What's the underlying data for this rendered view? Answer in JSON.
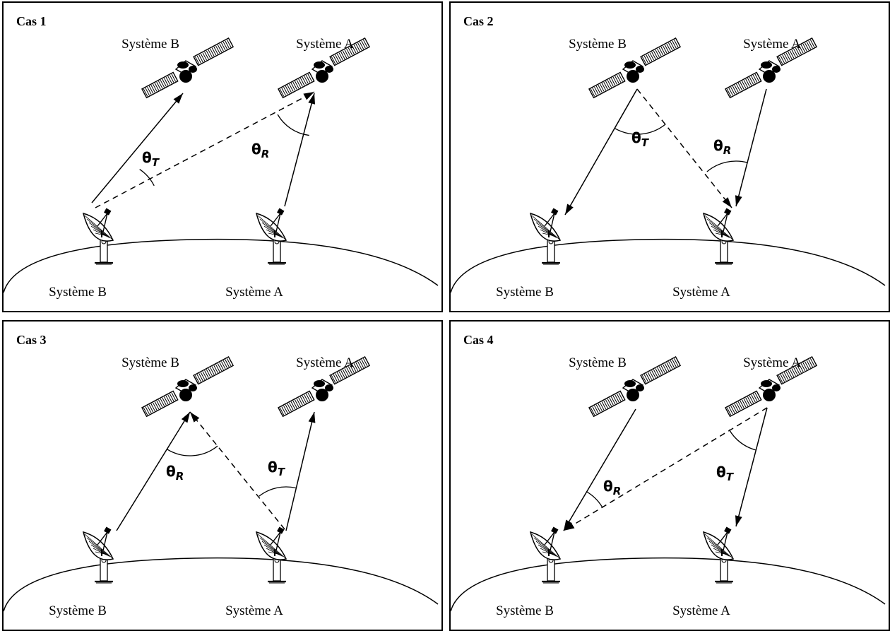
{
  "panels": [
    {
      "case_label": "Cas 1",
      "satellite_labels": {
        "left": "Système B",
        "right": "Système A"
      },
      "ground_labels": {
        "left": "Système B",
        "right": "Système A"
      },
      "angle_left": {
        "symbol": "θ",
        "subscript": "T"
      },
      "angle_right": {
        "symbol": "θ",
        "subscript": "R"
      }
    },
    {
      "case_label": "Cas 2",
      "satellite_labels": {
        "left": "Système B",
        "right": "Système A"
      },
      "ground_labels": {
        "left": "Système B",
        "right": "Système A"
      },
      "angle_left": {
        "symbol": "θ",
        "subscript": "T"
      },
      "angle_right": {
        "symbol": "θ",
        "subscript": "R"
      }
    },
    {
      "case_label": "Cas 3",
      "satellite_labels": {
        "left": "Système B",
        "right": "Système A"
      },
      "ground_labels": {
        "left": "Système B",
        "right": "Système A"
      },
      "angle_left": {
        "symbol": "θ",
        "subscript": "R"
      },
      "angle_right": {
        "symbol": "θ",
        "subscript": "T"
      }
    },
    {
      "case_label": "Cas 4",
      "satellite_labels": {
        "left": "Système B",
        "right": "Système A"
      },
      "ground_labels": {
        "left": "Système B",
        "right": "Système A"
      },
      "angle_left": {
        "symbol": "θ",
        "subscript": "R"
      },
      "angle_right": {
        "symbol": "θ",
        "subscript": "T"
      }
    }
  ]
}
